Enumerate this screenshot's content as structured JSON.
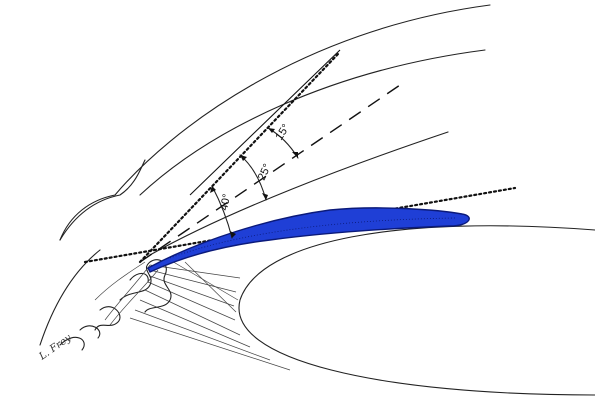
{
  "diagram": {
    "angle_labels": [
      {
        "id": "a15",
        "text": "15°"
      },
      {
        "id": "a25",
        "text": "25°"
      },
      {
        "id": "a40",
        "text": "40°"
      }
    ],
    "signature": "L. Frey",
    "colors": {
      "implant": "#1f3fd6",
      "implant_dark": "#0b1a7a",
      "ink": "#222222"
    }
  }
}
